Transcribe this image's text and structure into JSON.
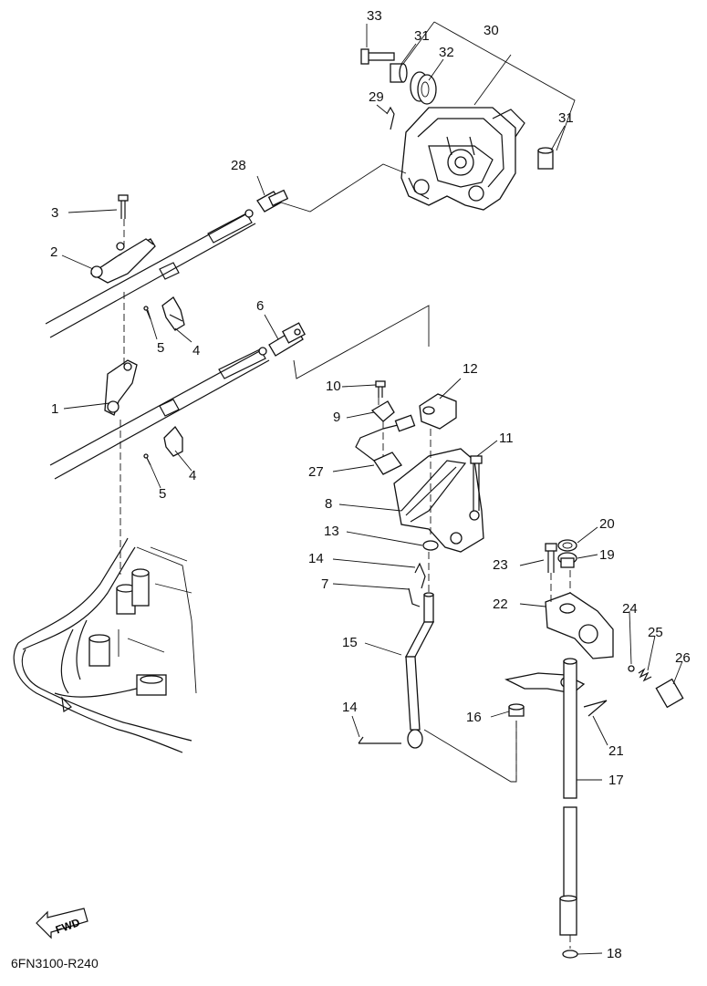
{
  "diagram": {
    "code": "6FN3100-R240",
    "fwd_label": "FWD",
    "callouts": [
      {
        "id": "c33",
        "text": "33"
      },
      {
        "id": "c31a",
        "text": "31"
      },
      {
        "id": "c30",
        "text": "30"
      },
      {
        "id": "c32",
        "text": "32"
      },
      {
        "id": "c29",
        "text": "29"
      },
      {
        "id": "c31b",
        "text": "31"
      },
      {
        "id": "c28",
        "text": "28"
      },
      {
        "id": "c3",
        "text": "3"
      },
      {
        "id": "c2",
        "text": "2"
      },
      {
        "id": "c5a",
        "text": "5"
      },
      {
        "id": "c4a",
        "text": "4"
      },
      {
        "id": "c6",
        "text": "6"
      },
      {
        "id": "c1",
        "text": "1"
      },
      {
        "id": "c4b",
        "text": "4"
      },
      {
        "id": "c5b",
        "text": "5"
      },
      {
        "id": "c10",
        "text": "10"
      },
      {
        "id": "c12",
        "text": "12"
      },
      {
        "id": "c9",
        "text": "9"
      },
      {
        "id": "c11",
        "text": "11"
      },
      {
        "id": "c27",
        "text": "27"
      },
      {
        "id": "c8",
        "text": "8"
      },
      {
        "id": "c13",
        "text": "13"
      },
      {
        "id": "c20",
        "text": "20"
      },
      {
        "id": "c14a",
        "text": "14"
      },
      {
        "id": "c23",
        "text": "23"
      },
      {
        "id": "c19",
        "text": "19"
      },
      {
        "id": "c7",
        "text": "7"
      },
      {
        "id": "c22",
        "text": "22"
      },
      {
        "id": "c24",
        "text": "24"
      },
      {
        "id": "c25",
        "text": "25"
      },
      {
        "id": "c26",
        "text": "26"
      },
      {
        "id": "c15",
        "text": "15"
      },
      {
        "id": "c14b",
        "text": "14"
      },
      {
        "id": "c16",
        "text": "16"
      },
      {
        "id": "c21",
        "text": "21"
      },
      {
        "id": "c17",
        "text": "17"
      },
      {
        "id": "c18",
        "text": "18"
      }
    ]
  }
}
